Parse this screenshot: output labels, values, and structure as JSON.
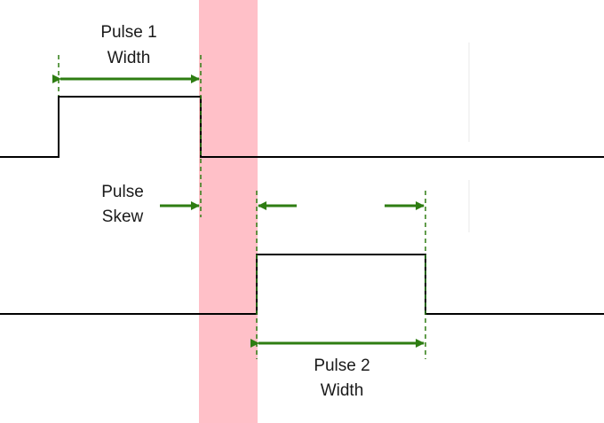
{
  "labels": {
    "pulse1_line1": "Pulse 1",
    "pulse1_line2": "Width",
    "skew_line1": "Pulse",
    "skew_line2": "Skew",
    "pulse2_line1": "Pulse 2",
    "pulse2_line2": "Width"
  },
  "colors": {
    "signal": "#000000",
    "marker": "#2e7d12",
    "skew_band": "#ffc0c8",
    "text": "#1a1a1a"
  }
}
